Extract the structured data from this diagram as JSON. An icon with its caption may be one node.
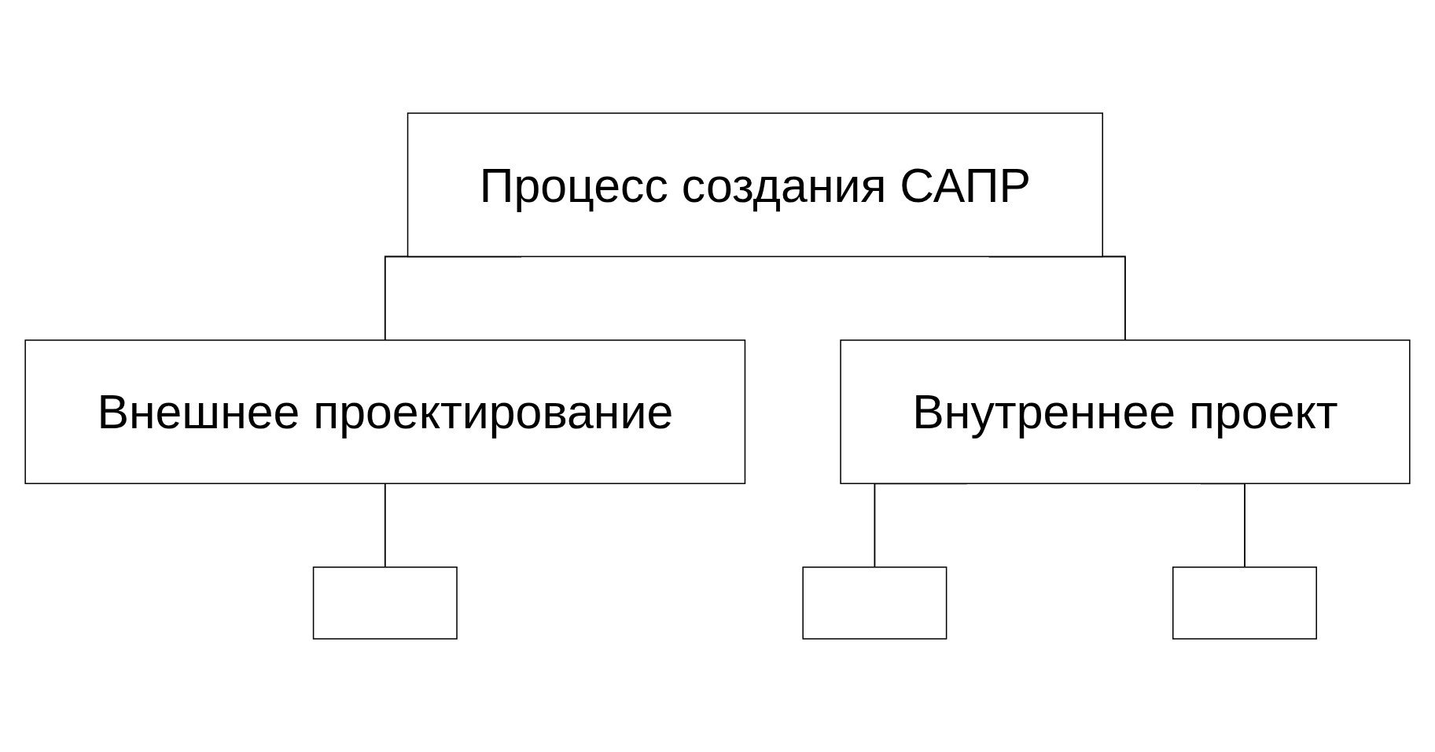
{
  "diagram": {
    "nodes": [
      {
        "text": [
          "Процесс создания САПР"
        ]
      },
      {
        "text": [
          "Внешнее проектирование"
        ]
      },
      {
        "text": [
          "Внутреннее проект"
        ]
      },
      {
        "text": [],
        "shape": "box"
      },
      {
        "text": [],
        "shape": "box"
      },
      {
        "text": [],
        "shape": "box"
      }
    ],
    "edges": [
      {
        "from": 0,
        "to": 1,
        "arrow": "none"
      },
      {
        "from": 0,
        "to": 2,
        "arrow": "none"
      },
      {
        "from": 1,
        "to": 3,
        "arrow": "none"
      },
      {
        "from": 2,
        "to": 4,
        "arrow": "none"
      },
      {
        "from": 2,
        "to": 5,
        "arrow": "none"
      }
    ]
  }
}
